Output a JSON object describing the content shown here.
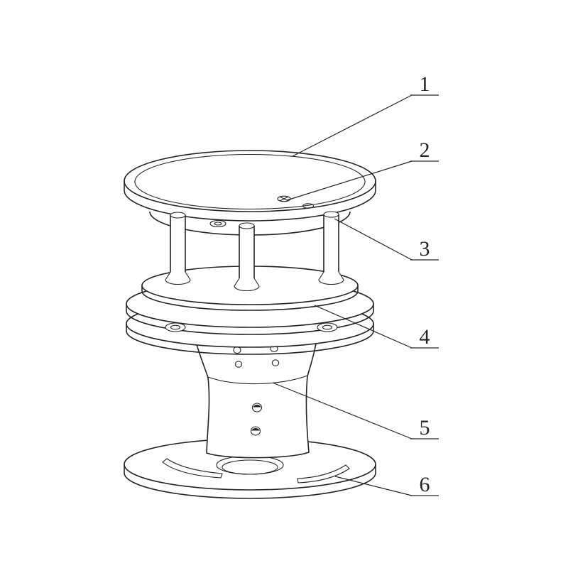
{
  "diagram": {
    "background": "#ffffff",
    "line_color": "#232323",
    "callouts": [
      {
        "number": "1"
      },
      {
        "number": "2"
      },
      {
        "number": "3"
      },
      {
        "number": "4"
      },
      {
        "number": "5"
      },
      {
        "number": "6"
      }
    ]
  }
}
